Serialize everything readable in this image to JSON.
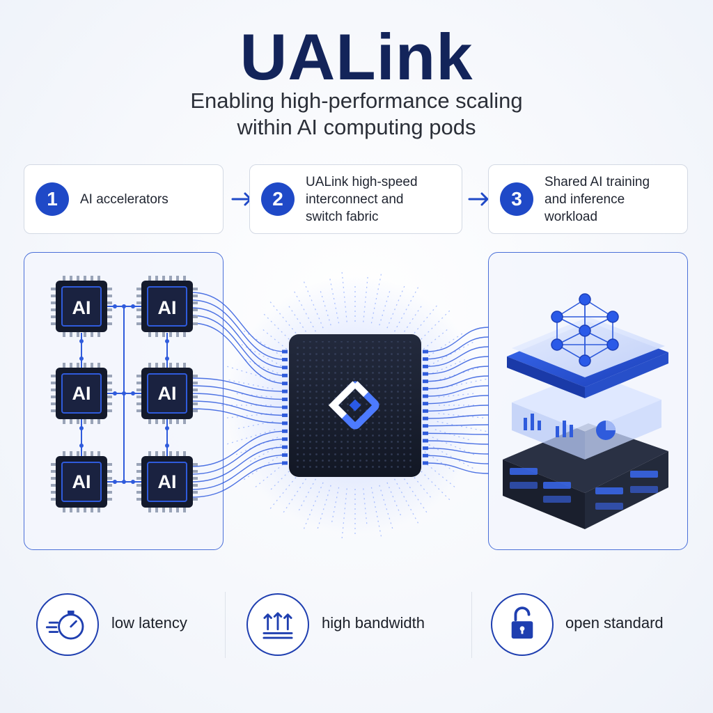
{
  "header": {
    "title": "UALink",
    "subtitle_line1": "Enabling high-performance scaling",
    "subtitle_line2": "within AI computing pods"
  },
  "steps": [
    {
      "number": "1",
      "text": "AI accelerators"
    },
    {
      "number": "2",
      "text": "UALink high-speed\ninterconnect and\nswitch fabric"
    },
    {
      "number": "3",
      "text": "Shared AI training\nand inference\nworkload"
    }
  ],
  "accelerators": {
    "chips": [
      "AI",
      "AI",
      "AI",
      "AI",
      "AI",
      "AI"
    ]
  },
  "features": [
    {
      "icon": "stopwatch-icon",
      "label": "low latency"
    },
    {
      "icon": "upload-arrows-icon",
      "label": "high bandwidth"
    },
    {
      "icon": "unlocked-padlock-icon",
      "label": "open standard"
    }
  ],
  "colors": {
    "title": "#13245a",
    "accent": "#1f49c7",
    "chip": "#141a2c",
    "panel_border": "#4a6fd8"
  }
}
